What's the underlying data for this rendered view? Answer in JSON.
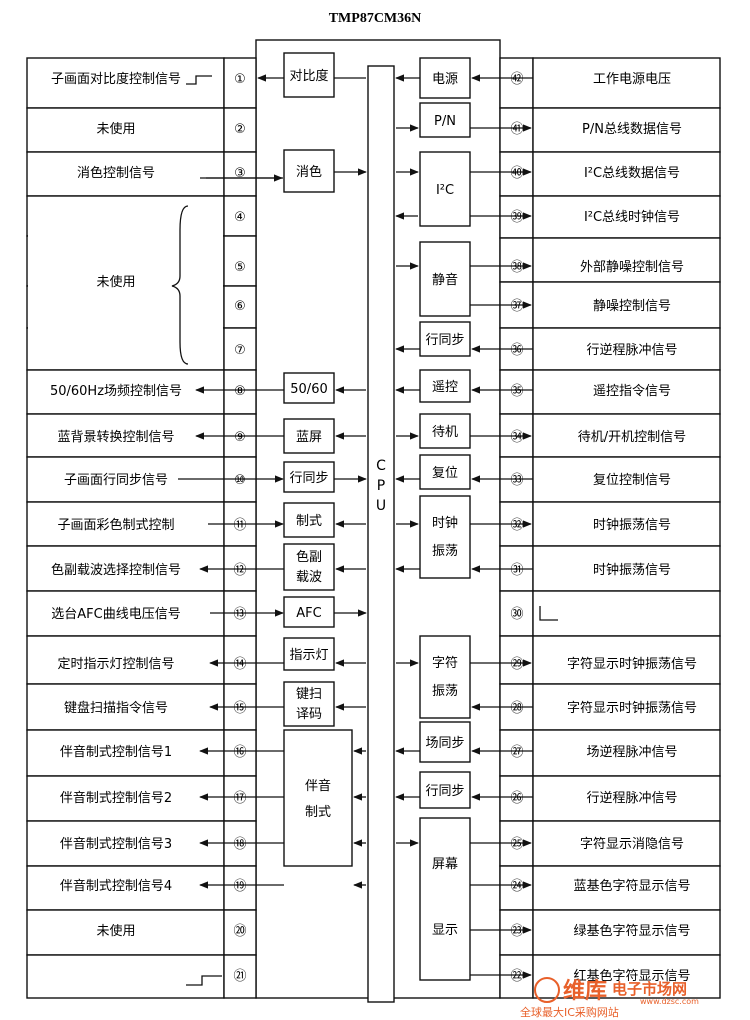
{
  "title": "TMP87CM36N",
  "cpu_label": "CPU",
  "left_pins": [
    {
      "num": "①",
      "label": "子画面对比度控制信号"
    },
    {
      "num": "②",
      "label": "未使用"
    },
    {
      "num": "③",
      "label": "消色控制信号"
    },
    {
      "num": "④",
      "label": ""
    },
    {
      "num": "⑤",
      "label": ""
    },
    {
      "num": "⑥",
      "label": ""
    },
    {
      "num": "⑦",
      "label": ""
    },
    {
      "num": "⑧",
      "label": "50/60Hz场频控制信号"
    },
    {
      "num": "⑨",
      "label": "蓝背景转换控制信号"
    },
    {
      "num": "⑩",
      "label": "子画面行同步信号"
    },
    {
      "num": "⑪",
      "label": "子画面彩色制式控制"
    },
    {
      "num": "⑫",
      "label": "色副载波选择控制信号"
    },
    {
      "num": "⑬",
      "label": "选台AFC曲线电压信号"
    },
    {
      "num": "⑭",
      "label": "定时指示灯控制信号"
    },
    {
      "num": "⑮",
      "label": "键盘扫描指令信号"
    },
    {
      "num": "⑯",
      "label": "伴音制式控制信号1"
    },
    {
      "num": "⑰",
      "label": "伴音制式控制信号2"
    },
    {
      "num": "⑱",
      "label": "伴音制式控制信号3"
    },
    {
      "num": "⑲",
      "label": "伴音制式控制信号4"
    },
    {
      "num": "⑳",
      "label": "未使用"
    },
    {
      "num": "㉑",
      "label": ""
    }
  ],
  "unused_group_label": "未使用",
  "right_pins": [
    {
      "num": "㊷",
      "label": "工作电源电压"
    },
    {
      "num": "㊶",
      "label": "P/N总线数据信号"
    },
    {
      "num": "㊵",
      "label": "I²C总线数据信号"
    },
    {
      "num": "㊴",
      "label": "I²C总线时钟信号"
    },
    {
      "num": "㊳",
      "label": "外部静噪控制信号"
    },
    {
      "num": "㊲",
      "label": "静噪控制信号"
    },
    {
      "num": "㊱",
      "label": "行逆程脉冲信号"
    },
    {
      "num": "㉟",
      "label": "遥控指令信号"
    },
    {
      "num": "㉞",
      "label": "待机/开机控制信号"
    },
    {
      "num": "㉝",
      "label": "复位控制信号"
    },
    {
      "num": "㉜",
      "label": "时钟振荡信号"
    },
    {
      "num": "㉛",
      "label": "时钟振荡信号"
    },
    {
      "num": "㉚",
      "label": ""
    },
    {
      "num": "㉙",
      "label": "字符显示时钟振荡信号"
    },
    {
      "num": "㉘",
      "label": "字符显示时钟振荡信号"
    },
    {
      "num": "㉗",
      "label": "场逆程脉冲信号"
    },
    {
      "num": "㉖",
      "label": "行逆程脉冲信号"
    },
    {
      "num": "㉕",
      "label": "字符显示消隐信号"
    },
    {
      "num": "㉔",
      "label": "蓝基色字符显示信号"
    },
    {
      "num": "㉓",
      "label": "绿基色字符显示信号"
    },
    {
      "num": "㉒",
      "label": "红基色字符显示信号"
    }
  ],
  "left_blocks": [
    {
      "id": "contrast",
      "lines": [
        "对比度"
      ]
    },
    {
      "id": "color-kill",
      "lines": [
        "消色"
      ]
    },
    {
      "id": "5060",
      "lines": [
        "50/60"
      ]
    },
    {
      "id": "blue-screen",
      "lines": [
        "蓝屏"
      ]
    },
    {
      "id": "hsync",
      "lines": [
        "行同步"
      ]
    },
    {
      "id": "system",
      "lines": [
        "制式"
      ]
    },
    {
      "id": "subcarrier",
      "lines": [
        "色副",
        "载波"
      ]
    },
    {
      "id": "afc",
      "lines": [
        "AFC"
      ]
    },
    {
      "id": "indicator",
      "lines": [
        "指示灯"
      ]
    },
    {
      "id": "key-scan",
      "lines": [
        "键扫",
        "译码"
      ]
    },
    {
      "id": "sound-system",
      "lines": [
        "伴音",
        "制式"
      ]
    }
  ],
  "right_blocks": [
    {
      "id": "power",
      "lines": [
        "电源"
      ]
    },
    {
      "id": "pn",
      "lines": [
        "P/N"
      ]
    },
    {
      "id": "i2c",
      "lines": [
        "I²C"
      ]
    },
    {
      "id": "mute",
      "lines": [
        "静音"
      ]
    },
    {
      "id": "hsync2",
      "lines": [
        "行同步"
      ]
    },
    {
      "id": "remote",
      "lines": [
        "遥控"
      ]
    },
    {
      "id": "standby",
      "lines": [
        "待机"
      ]
    },
    {
      "id": "reset",
      "lines": [
        "复位"
      ]
    },
    {
      "id": "clock-osc",
      "lines": [
        "时钟",
        "振荡"
      ]
    },
    {
      "id": "char-osc",
      "lines": [
        "字符",
        "振荡"
      ]
    },
    {
      "id": "vsync",
      "lines": [
        "场同步"
      ]
    },
    {
      "id": "hsync3",
      "lines": [
        "行同步"
      ]
    },
    {
      "id": "screen-display",
      "lines": [
        "屏幕",
        "显示"
      ]
    }
  ],
  "watermark": {
    "brand": "维库",
    "brand2": "电子市场网",
    "url": "www.dzsc.com",
    "slogan": "全球最大IC采购网站"
  },
  "colors": {
    "ink": "#111111",
    "watermark": "#e8602a"
  }
}
